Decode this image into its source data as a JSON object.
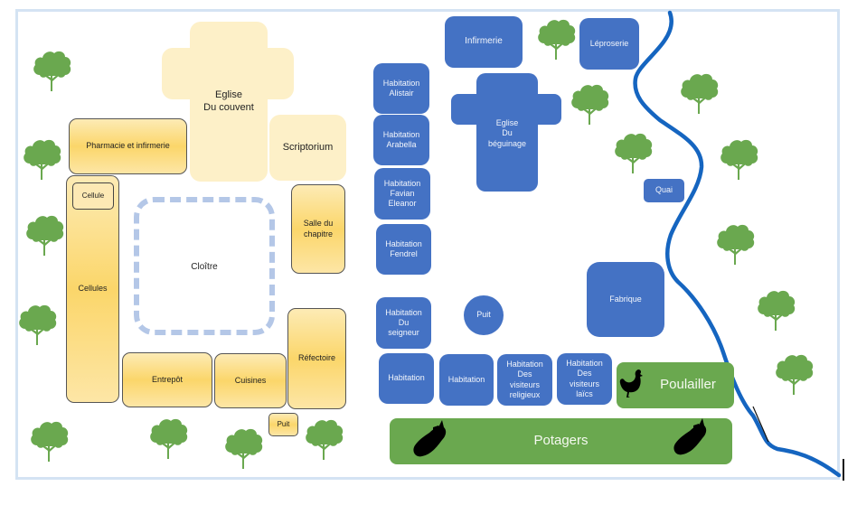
{
  "map": {
    "title": "",
    "colors": {
      "convent_light": "#fdf0c8",
      "convent_yellow": "#fbd66a",
      "beguinage_blue": "#4472c4",
      "garden_green": "#6aa84f",
      "tree_green": "#6aa84f",
      "river_blue": "#1565c0",
      "cloister_dash": "#b4c7e7"
    },
    "convent": {
      "church": "Eglise\nDu couvent",
      "scriptorium": "Scriptorium",
      "pharmacy": "Pharmacie et infirmerie",
      "cell": "Cellule",
      "cells": "Cellules",
      "cloister": "Cloître",
      "chapter_house": "Salle du\nchapitre",
      "refectory": "Réfectoire",
      "storehouse": "Entrepôt",
      "kitchens": "Cuisines",
      "well": "Puit"
    },
    "beguinage": {
      "infirmary": "Infirmerie",
      "leprosarium": "Léproserie",
      "church": "Eglise\nDu\nbéguinage",
      "quay": "Quai",
      "factory": "Fabrique",
      "well": "Puit",
      "houses": [
        "Habitation\nAlistair",
        "Habitation\nArabella",
        "Habitation\nFavian\nEleanor",
        "Habitation\nFendrel",
        "Habitation\nDu\nseigneur"
      ],
      "bottom_houses": [
        "Habitation",
        "Habitation",
        "Habitation\nDes\nvisiteurs\nreligieux",
        "Habitation\nDes\nvisiteurs\nlaïcs"
      ],
      "henhouse": "Poulailler",
      "gardens": "Potagers"
    },
    "icons": {
      "tree": "tree-icon",
      "chicken": "chicken-icon",
      "eggplant": "eggplant-icon",
      "river": "river"
    }
  }
}
